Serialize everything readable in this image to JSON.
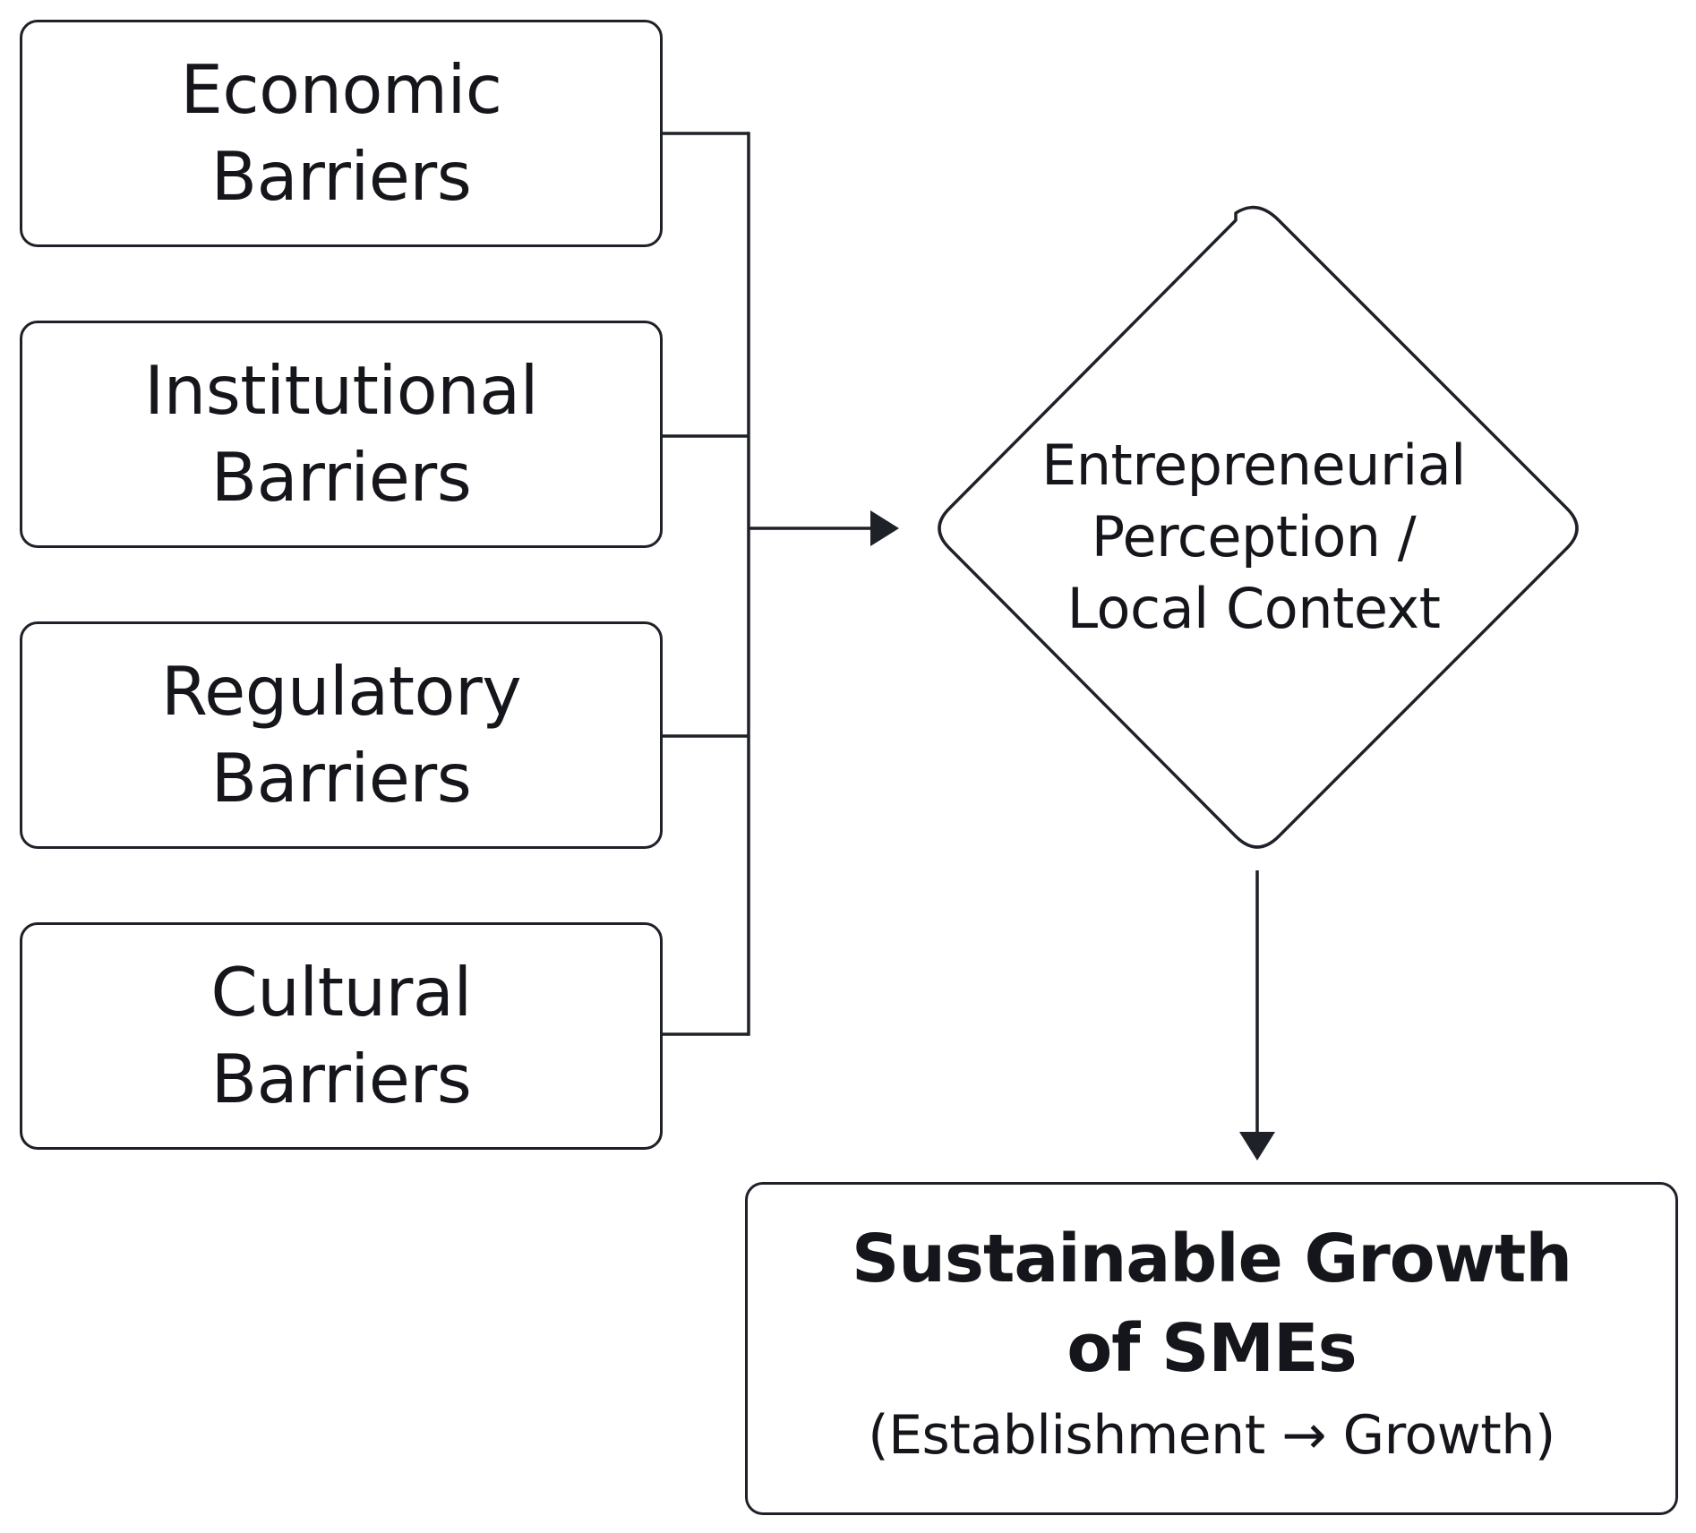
{
  "barriers": [
    {
      "line1": "Economic",
      "line2": "Barriers"
    },
    {
      "line1": "Institutional",
      "line2": "Barriers"
    },
    {
      "line1": "Regulatory",
      "line2": "Barriers"
    },
    {
      "line1": "Cultural",
      "line2": "Barriers"
    }
  ],
  "mediator": {
    "line1": "Entrepreneurial",
    "line2": "Perception /",
    "line3": "Local Context"
  },
  "outcome": {
    "line1": "Sustainable Growth",
    "line2": "of SMEs",
    "subtitle": "(Establishment → Growth)"
  },
  "colors": {
    "stroke": "#1f2129",
    "text": "#15161b",
    "background": "#ffffff"
  }
}
